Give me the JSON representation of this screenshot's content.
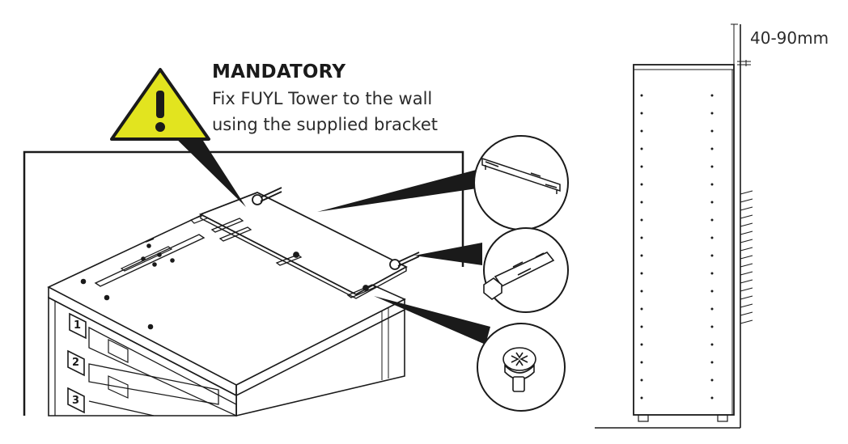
{
  "warning": {
    "title": "MANDATORY",
    "line1": "Fix FUYL Tower to the wall",
    "line2": "using the supplied bracket",
    "icon": "warning-triangle-icon",
    "accent": "#e2e41f"
  },
  "side_view": {
    "dimension_label": "40-90mm"
  },
  "tower": {
    "locker_labels": [
      "1",
      "2",
      "3"
    ]
  },
  "callouts": [
    {
      "name": "bracket-detail",
      "icon": "wall-bracket-icon"
    },
    {
      "name": "anchor-bolt-detail",
      "icon": "anchor-bolt-icon"
    },
    {
      "name": "screw-detail",
      "icon": "screw-icon"
    }
  ],
  "colors": {
    "line": "#1a1a1a",
    "warning_fill": "#e2e41f",
    "background": "#ffffff"
  }
}
